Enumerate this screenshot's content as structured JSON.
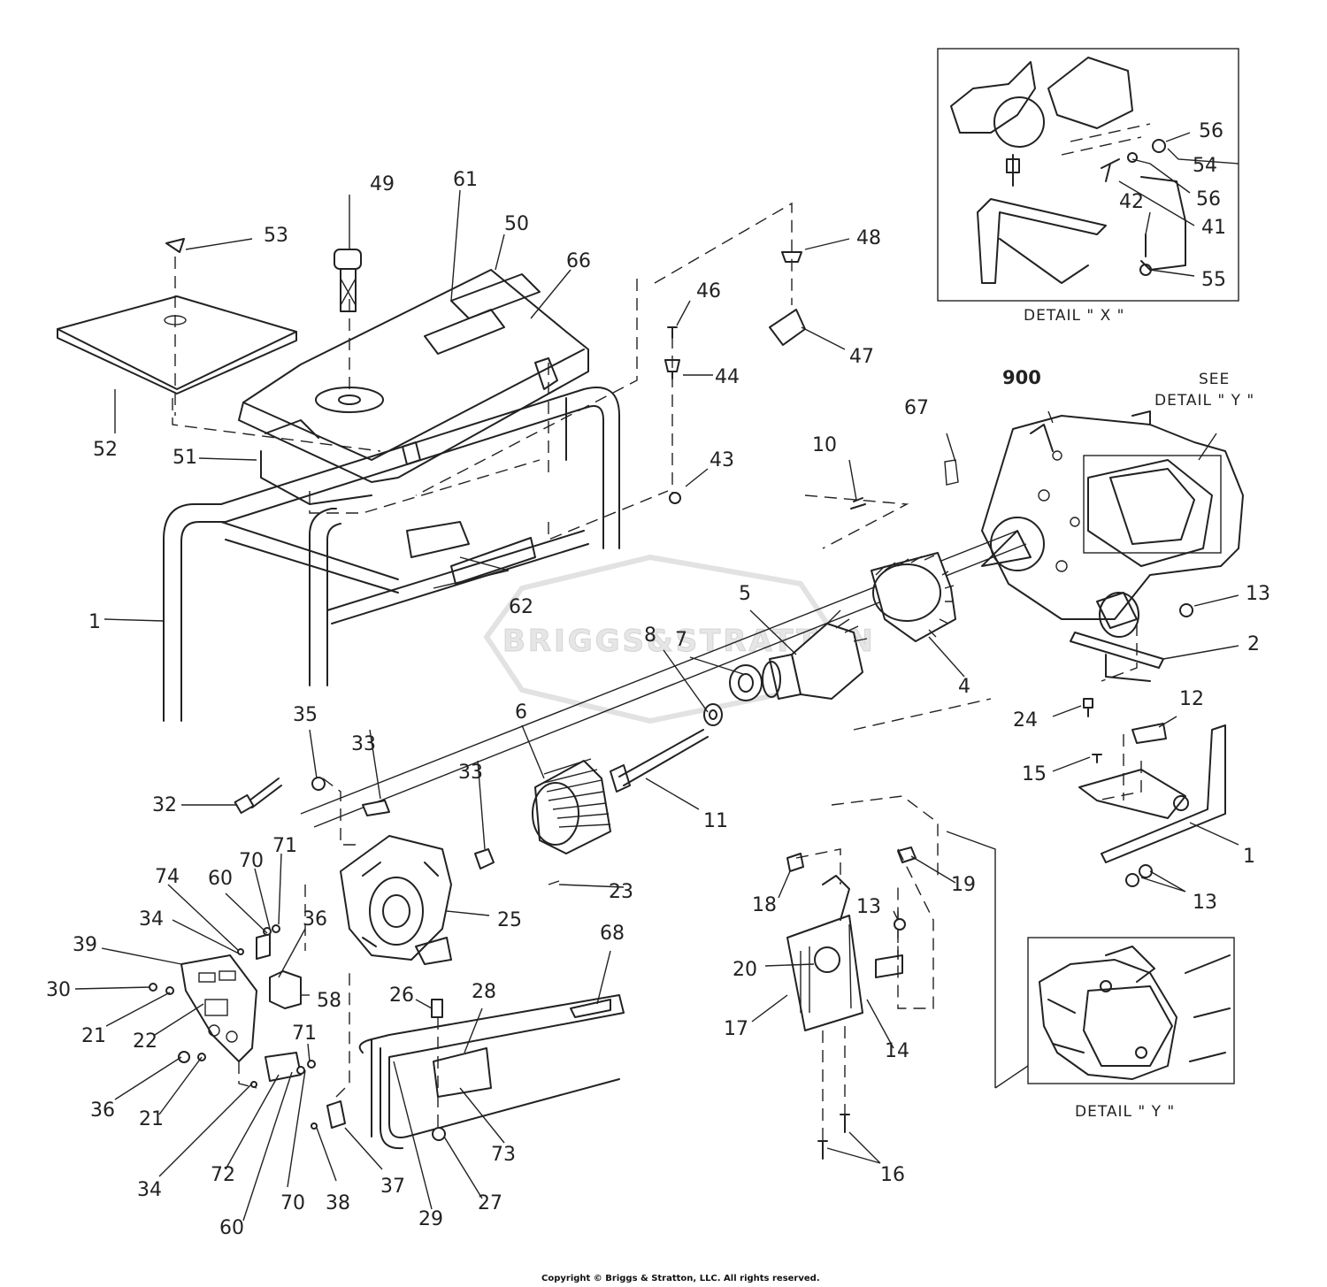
{
  "diagram": {
    "callouts": [
      {
        "id": "c1a",
        "text": "1"
      },
      {
        "id": "c1b",
        "text": "1"
      },
      {
        "id": "c2",
        "text": "2"
      },
      {
        "id": "c4",
        "text": "4"
      },
      {
        "id": "c5",
        "text": "5"
      },
      {
        "id": "c6",
        "text": "6"
      },
      {
        "id": "c7",
        "text": "7"
      },
      {
        "id": "c8",
        "text": "8"
      },
      {
        "id": "c10",
        "text": "10"
      },
      {
        "id": "c11",
        "text": "11"
      },
      {
        "id": "c12",
        "text": "12"
      },
      {
        "id": "c13a",
        "text": "13"
      },
      {
        "id": "c13b",
        "text": "13"
      },
      {
        "id": "c13c",
        "text": "13"
      },
      {
        "id": "c14",
        "text": "14"
      },
      {
        "id": "c15",
        "text": "15"
      },
      {
        "id": "c16",
        "text": "16"
      },
      {
        "id": "c17",
        "text": "17"
      },
      {
        "id": "c18",
        "text": "18"
      },
      {
        "id": "c19",
        "text": "19"
      },
      {
        "id": "c20",
        "text": "20"
      },
      {
        "id": "c21a",
        "text": "21"
      },
      {
        "id": "c21b",
        "text": "21"
      },
      {
        "id": "c22",
        "text": "22"
      },
      {
        "id": "c23",
        "text": "23"
      },
      {
        "id": "c24",
        "text": "24"
      },
      {
        "id": "c25",
        "text": "25"
      },
      {
        "id": "c26",
        "text": "26"
      },
      {
        "id": "c27",
        "text": "27"
      },
      {
        "id": "c28",
        "text": "28"
      },
      {
        "id": "c29",
        "text": "29"
      },
      {
        "id": "c30",
        "text": "30"
      },
      {
        "id": "c32",
        "text": "32"
      },
      {
        "id": "c33a",
        "text": "33"
      },
      {
        "id": "c33b",
        "text": "33"
      },
      {
        "id": "c34a",
        "text": "34"
      },
      {
        "id": "c34b",
        "text": "34"
      },
      {
        "id": "c35",
        "text": "35"
      },
      {
        "id": "c36a",
        "text": "36"
      },
      {
        "id": "c36b",
        "text": "36"
      },
      {
        "id": "c37",
        "text": "37"
      },
      {
        "id": "c38",
        "text": "38"
      },
      {
        "id": "c39",
        "text": "39"
      },
      {
        "id": "c41",
        "text": "41"
      },
      {
        "id": "c42",
        "text": "42"
      },
      {
        "id": "c43",
        "text": "43"
      },
      {
        "id": "c44",
        "text": "44"
      },
      {
        "id": "c46",
        "text": "46"
      },
      {
        "id": "c47",
        "text": "47"
      },
      {
        "id": "c48",
        "text": "48"
      },
      {
        "id": "c49",
        "text": "49"
      },
      {
        "id": "c50",
        "text": "50"
      },
      {
        "id": "c51",
        "text": "51"
      },
      {
        "id": "c52",
        "text": "52"
      },
      {
        "id": "c53",
        "text": "53"
      },
      {
        "id": "c54",
        "text": "54"
      },
      {
        "id": "c55",
        "text": "55"
      },
      {
        "id": "c56a",
        "text": "56"
      },
      {
        "id": "c56b",
        "text": "56"
      },
      {
        "id": "c58",
        "text": "58"
      },
      {
        "id": "c60a",
        "text": "60"
      },
      {
        "id": "c60b",
        "text": "60"
      },
      {
        "id": "c61",
        "text": "61"
      },
      {
        "id": "c62",
        "text": "62"
      },
      {
        "id": "c66",
        "text": "66"
      },
      {
        "id": "c67",
        "text": "67"
      },
      {
        "id": "c68",
        "text": "68"
      },
      {
        "id": "c70a",
        "text": "70"
      },
      {
        "id": "c70b",
        "text": "70"
      },
      {
        "id": "c71a",
        "text": "71"
      },
      {
        "id": "c71b",
        "text": "71"
      },
      {
        "id": "c72",
        "text": "72"
      },
      {
        "id": "c73",
        "text": "73"
      },
      {
        "id": "c74",
        "text": "74"
      },
      {
        "id": "c900",
        "text": "900"
      }
    ],
    "see_label": "SEE",
    "detail_y_ref": "DETAIL  \" Y \"",
    "detail_x_caption": "DETAIL  \" X \"",
    "detail_y_caption": "DETAIL  \" Y \"",
    "watermark": "BRIGGS&STRATTON",
    "copyright": "Copyright © Briggs & Stratton, LLC. All rights reserved."
  }
}
